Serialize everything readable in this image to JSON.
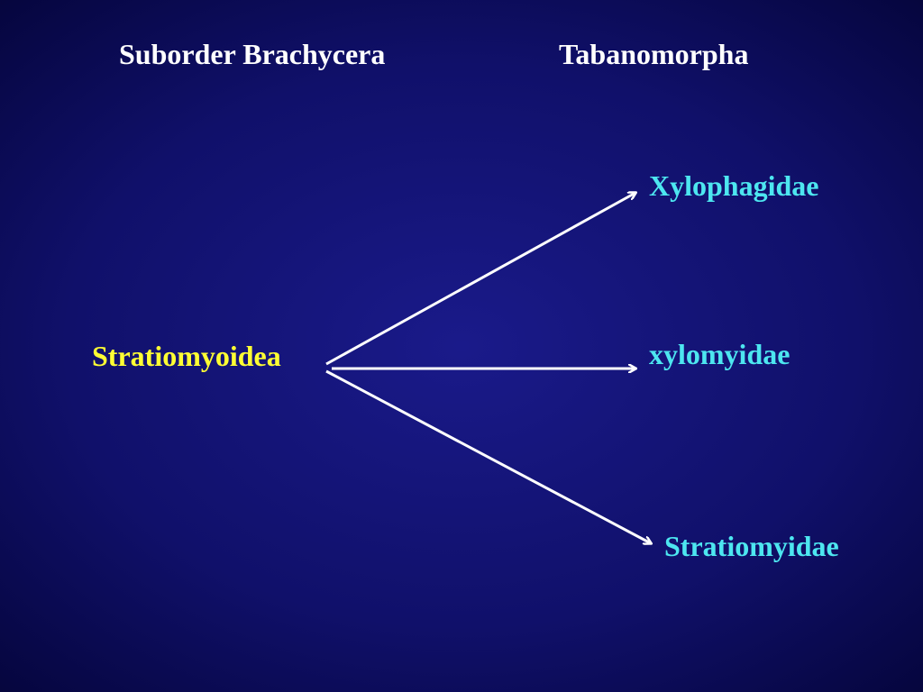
{
  "header": {
    "left": "Suborder Brachycera",
    "right": "Tabanomorpha"
  },
  "diagram": {
    "root": "Stratiomyoidea",
    "children": [
      "Xylophagidae",
      "xylomyidae",
      "Stratiomyidae"
    ],
    "colors": {
      "root": "#ffff33",
      "children": "#4de6f0",
      "arrows": "#ffffff",
      "header": "#ffffff"
    }
  }
}
